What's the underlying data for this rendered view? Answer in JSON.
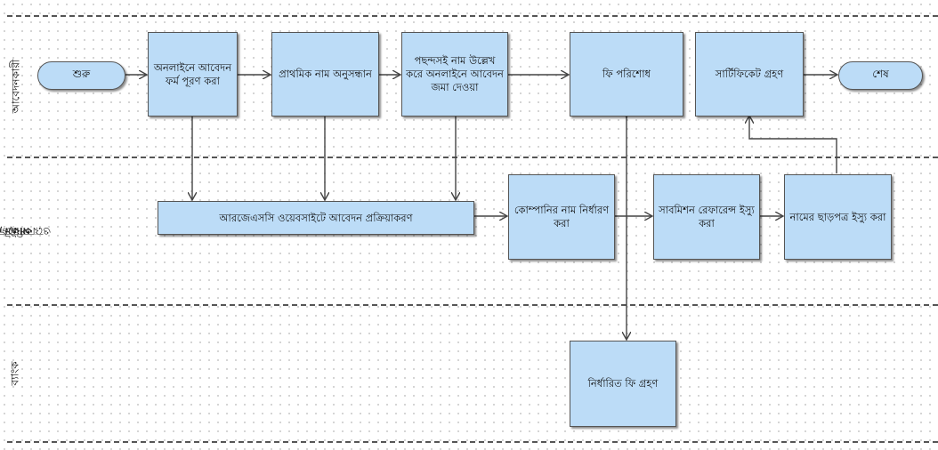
{
  "lanes": {
    "applicant": "আবেদনকারী",
    "rjsc_line1": "আরজেএসসি",
    "rjsc_line2": "অফিস /",
    "rjsc_line3": "ওয়েবসাইট",
    "bank": "ব্যাংক"
  },
  "nodes": {
    "start": "শুরু",
    "fill_form": "অনলাইনে আবেদন ফর্ম পূরণ করা",
    "name_search": "প্রাথমিক নাম অনুসন্ধান",
    "submit": "পছন্দসই নাম উল্লেখ করে অনলাইনে আবেদন জমা দেওয়া",
    "pay_fee": "ফি পরিশোধ",
    "get_certificate": "সার্টিফিকেট গ্রহণ",
    "end": "শেষ",
    "process": "আরজেএসসি ওয়েবসাইটে আবেদন প্রক্রিয়াকরণ",
    "fix_name": "কোম্পানির নাম নির্ধারণ করা",
    "issue_ref": "সাবমিশন রেফারেন্স ইস্যু করা",
    "issue_clearance": "নামের ছাড়পত্র ইস্যু করা",
    "bank_fee": "নির্ধারিত ফি গ্রহণ"
  }
}
